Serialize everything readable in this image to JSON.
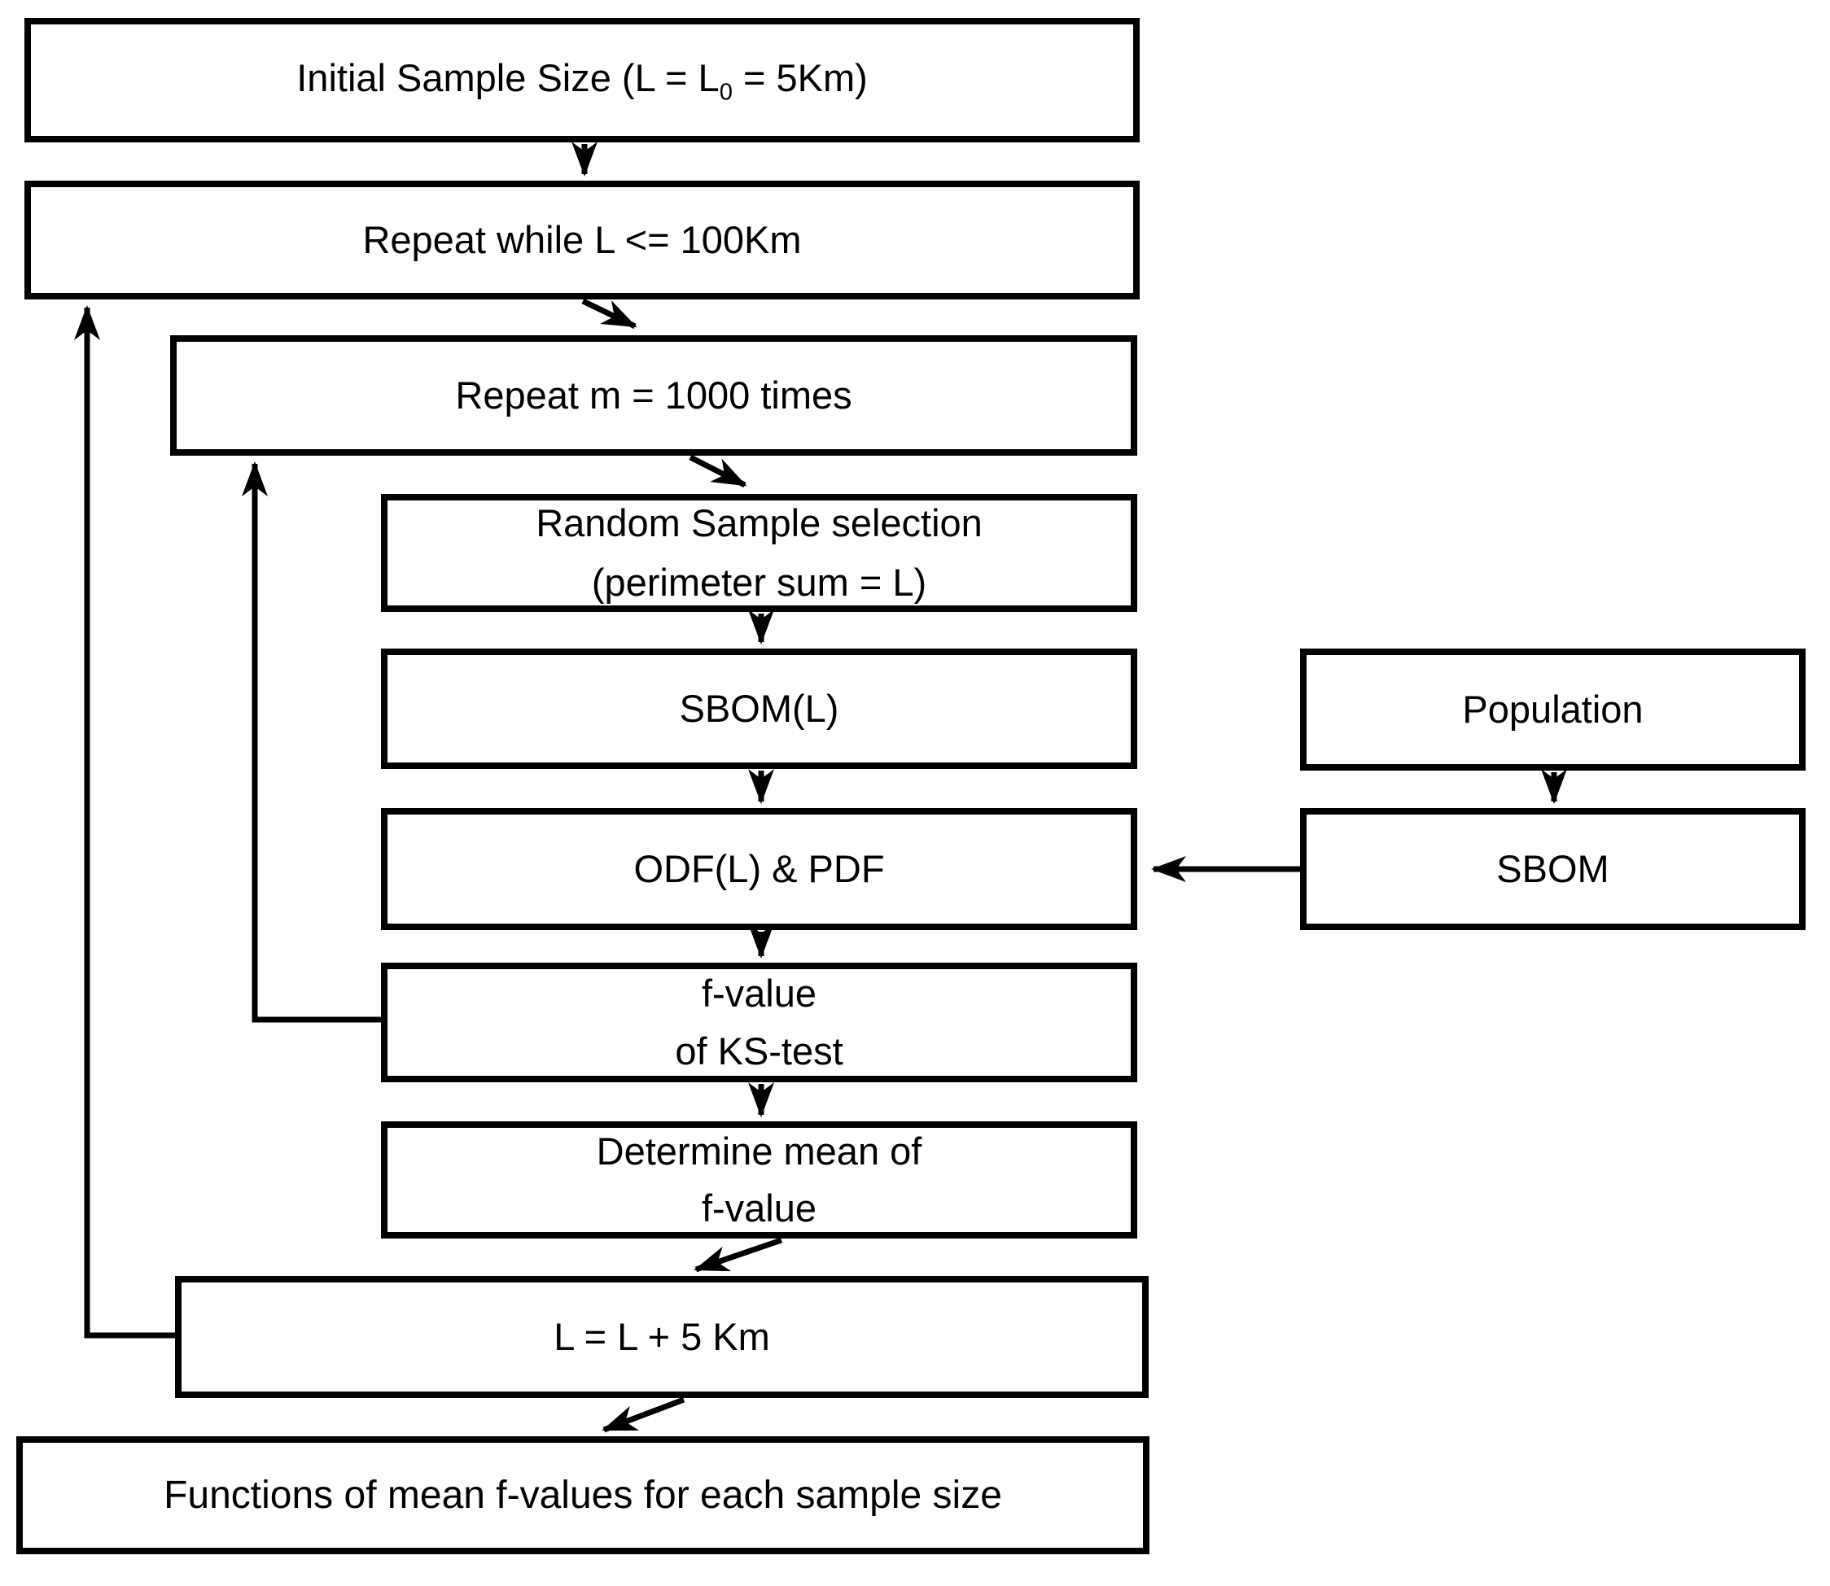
{
  "diagram": {
    "type": "flowchart",
    "colors": {
      "background": "#ffffff",
      "line": "#000000",
      "box_fill": "#ffffff",
      "text": "#000000"
    },
    "nodes": {
      "initial": {
        "pre": "Initial Sample Size (L = L",
        "sub": "0",
        "post": " = 5Km)"
      },
      "repeat_while": {
        "label": "Repeat while L <= 100Km"
      },
      "repeat_m": {
        "label": "Repeat m = 1000 times"
      },
      "random_sample": {
        "line1": "Random Sample selection",
        "line2": "(perimeter sum = L)"
      },
      "sbom_l": {
        "label": "SBOM(L)"
      },
      "odf_pdf": {
        "label": "ODF(L) & PDF"
      },
      "f_value": {
        "line1": "f-value",
        "line2": "of KS-test"
      },
      "mean_f": {
        "line1": "Determine mean of",
        "line2": "f-value"
      },
      "increment": {
        "label": "L = L + 5 Km"
      },
      "functions": {
        "label": "Functions of mean f-values for each sample size"
      },
      "population": {
        "label": "Population"
      },
      "sbom": {
        "label": "SBOM"
      }
    },
    "edges": [
      {
        "from": "initial",
        "to": "repeat_while",
        "kind": "straight"
      },
      {
        "from": "repeat_while",
        "to": "repeat_m",
        "kind": "diagonal"
      },
      {
        "from": "repeat_m",
        "to": "random_sample",
        "kind": "diagonal"
      },
      {
        "from": "random_sample",
        "to": "sbom_l",
        "kind": "straight"
      },
      {
        "from": "sbom_l",
        "to": "odf_pdf",
        "kind": "straight"
      },
      {
        "from": "odf_pdf",
        "to": "f_value",
        "kind": "straight"
      },
      {
        "from": "f_value",
        "to": "mean_f",
        "kind": "straight"
      },
      {
        "from": "mean_f",
        "to": "increment",
        "kind": "diagonal"
      },
      {
        "from": "increment",
        "to": "functions",
        "kind": "diagonal"
      },
      {
        "from": "f_value",
        "to": "repeat_m",
        "kind": "loop-back"
      },
      {
        "from": "increment",
        "to": "repeat_while",
        "kind": "loop-back"
      },
      {
        "from": "population",
        "to": "sbom",
        "kind": "straight"
      },
      {
        "from": "sbom",
        "to": "odf_pdf",
        "kind": "straight"
      }
    ]
  }
}
